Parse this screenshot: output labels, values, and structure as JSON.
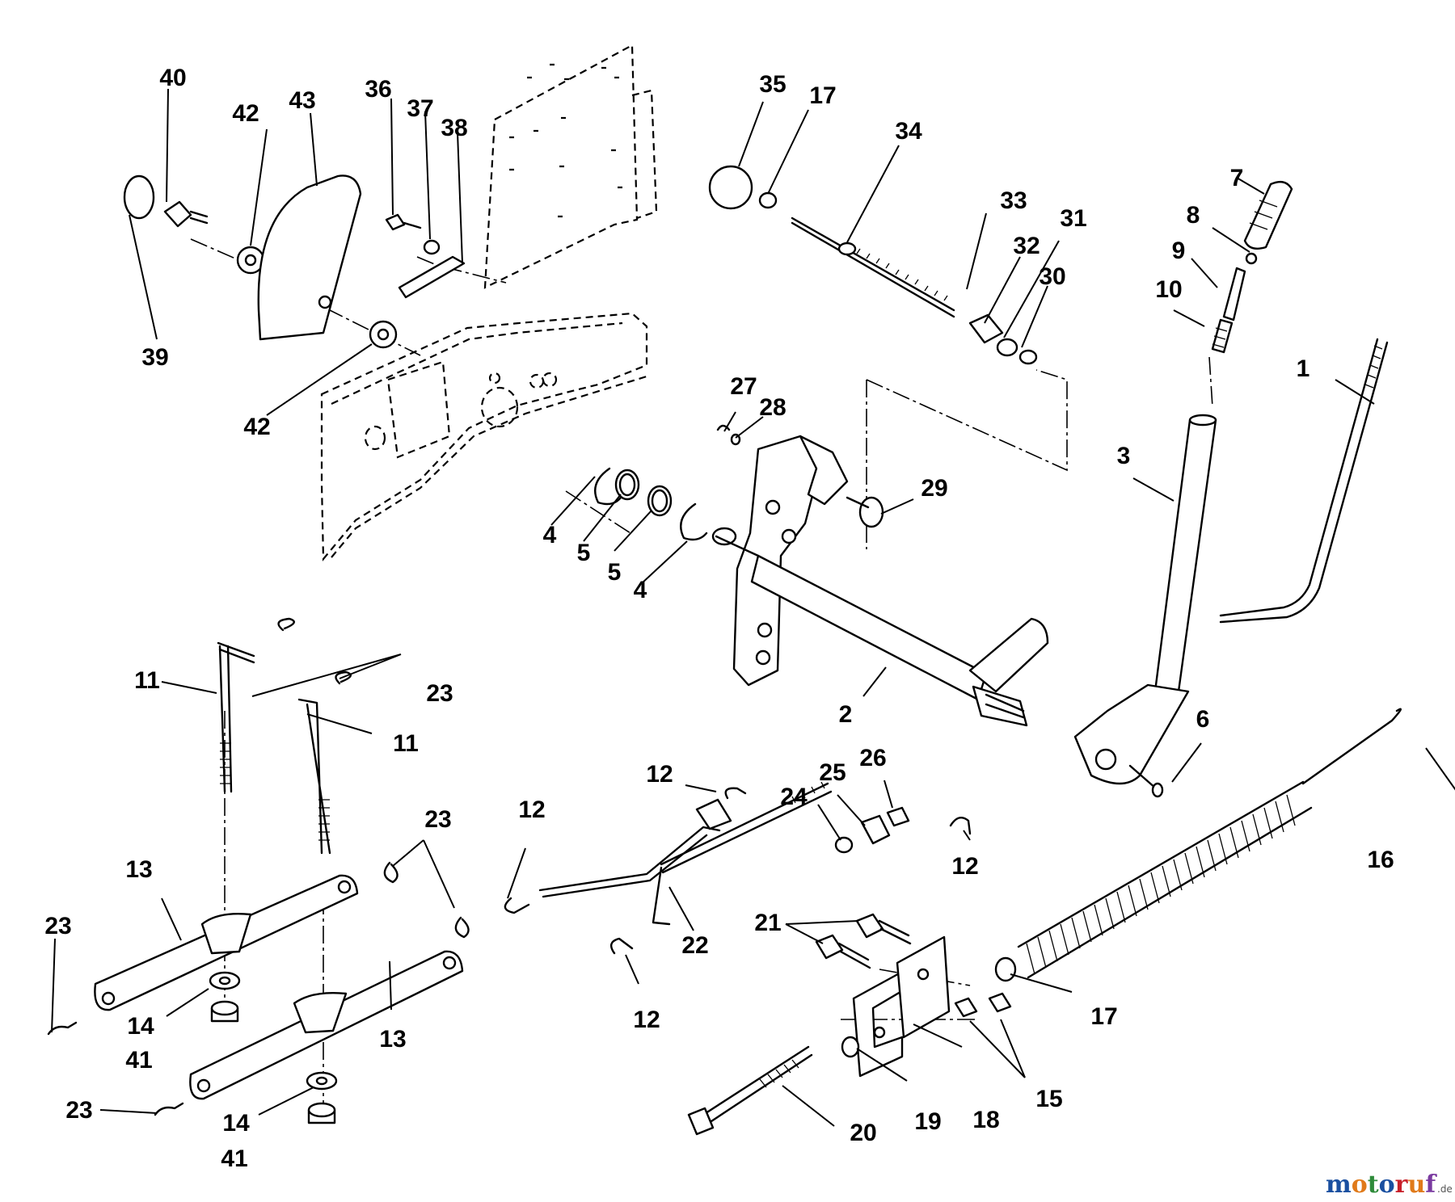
{
  "diagram": {
    "labels": {
      "l1": "1",
      "l2": "2",
      "l3": "3",
      "l4a": "4",
      "l4b": "4",
      "l5a": "5",
      "l5b": "5",
      "l6": "6",
      "l7": "7",
      "l8": "8",
      "l9": "9",
      "l10": "10",
      "l11a": "11",
      "l11b": "11",
      "l12a": "12",
      "l12b": "12",
      "l12c": "12",
      "l12d": "12",
      "l13a": "13",
      "l13b": "13",
      "l14a": "14",
      "l14b": "14",
      "l15": "15",
      "l16": "16",
      "l17a": "17",
      "l17b": "17",
      "l18": "18",
      "l19": "19",
      "l20": "20",
      "l21": "21",
      "l22": "22",
      "l23a": "23",
      "l23b": "23",
      "l23c": "23",
      "l23d": "23",
      "l24": "24",
      "l25": "25",
      "l26": "26",
      "l27": "27",
      "l28": "28",
      "l29": "29",
      "l30": "30",
      "l31": "31",
      "l32": "32",
      "l33": "33",
      "l34": "34",
      "l35": "35",
      "l36": "36",
      "l37": "37",
      "l38": "38",
      "l39": "39",
      "l40": "40",
      "l41a": "41",
      "l41b": "41",
      "l42a": "42",
      "l42b": "42",
      "l43": "43"
    }
  },
  "watermark": {
    "text": "motoruf",
    "suffix": ".de",
    "colors": {
      "m": "#1a4fa0",
      "o": "#e07a1a",
      "t": "#2e8b3a",
      "u": "#c8202a",
      "r": "#1a4fa0",
      "f": "#7a3aa0"
    }
  }
}
